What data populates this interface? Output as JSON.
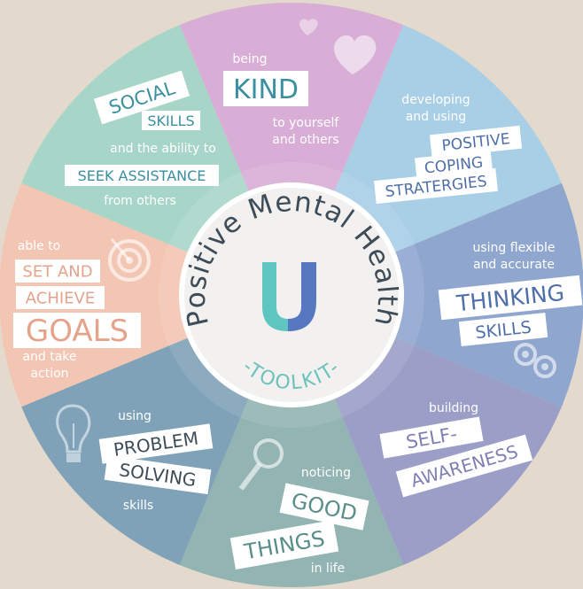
{
  "center": {
    "arc_title": "Positive Mental Health",
    "logo_letter": "U",
    "subtitle": "-TOOLKIT-"
  },
  "segments": [
    {
      "id": "kind",
      "color": "#d8aed6",
      "small_1": "being",
      "big": "KIND",
      "small_2": "to yourself",
      "small_3": "and others",
      "icon": "heart-icon"
    },
    {
      "id": "coping",
      "color": "#a9cfe7",
      "small_1": "developing",
      "small_2": "and using",
      "card_1": "POSITIVE",
      "card_2": "COPING",
      "card_3": "STRATERGIES"
    },
    {
      "id": "thinking",
      "color": "#8fa6cf",
      "small_1": "using flexible",
      "small_2": "and accurate",
      "card_1": "THINKING",
      "card_2": "SKILLS",
      "icon": "gears-icon"
    },
    {
      "id": "self",
      "color": "#9b9fc8",
      "small_1": "building",
      "card_1": "SELF-",
      "card_2": "AWARENESS"
    },
    {
      "id": "good",
      "color": "#92b4b2",
      "small_1": "noticing",
      "card_1": "GOOD",
      "card_2": "THINGS",
      "small_2": "in life",
      "icon": "magnifier-icon"
    },
    {
      "id": "problem",
      "color": "#7fa2b8",
      "small_1": "using",
      "card_1": "PROBLEM",
      "card_2": "SOLVING",
      "small_2": "skills",
      "icon": "lightbulb-icon"
    },
    {
      "id": "goals",
      "color": "#f3c6b4",
      "small_1": "able to",
      "card_1": "SET AND",
      "card_2": "ACHIEVE",
      "card_3": "GOALS",
      "small_2": "and take",
      "small_3": "action",
      "icon": "target-icon"
    },
    {
      "id": "social",
      "color": "#a7d6c8",
      "card_1": "SOCIAL",
      "card_2": "SKILLS",
      "small_1": "and the ability to",
      "card_3": "SEEK ASSISTANCE",
      "small_2": "from others"
    }
  ],
  "colors": {
    "text_teal": "#3a8fa0",
    "text_blue": "#4f6fa8",
    "text_peach": "#e5a38c",
    "text_gray": "#3e4c58",
    "card": "#ffffff"
  }
}
